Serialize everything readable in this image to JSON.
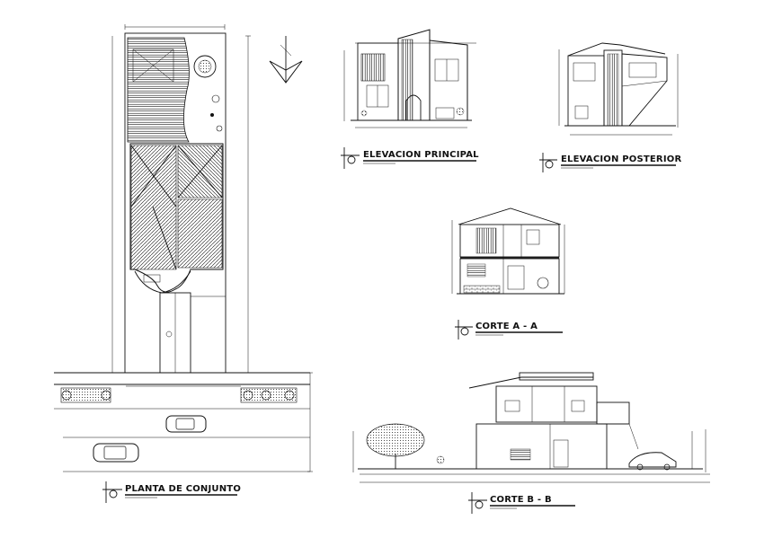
{
  "titles": {
    "site_plan": "PLANTA DE CONJUNTO",
    "front_elevation": "ELEVACION PRINCIPAL",
    "rear_elevation": "ELEVACION POSTERIOR",
    "section_a": "CORTE A - A",
    "section_b": "CORTE B - B"
  },
  "colors": {
    "ink": "#111111",
    "background": "#ffffff"
  },
  "icons": [
    "north-arrow-icon",
    "tree-icon",
    "car-icon",
    "title-symbol-icon"
  ]
}
